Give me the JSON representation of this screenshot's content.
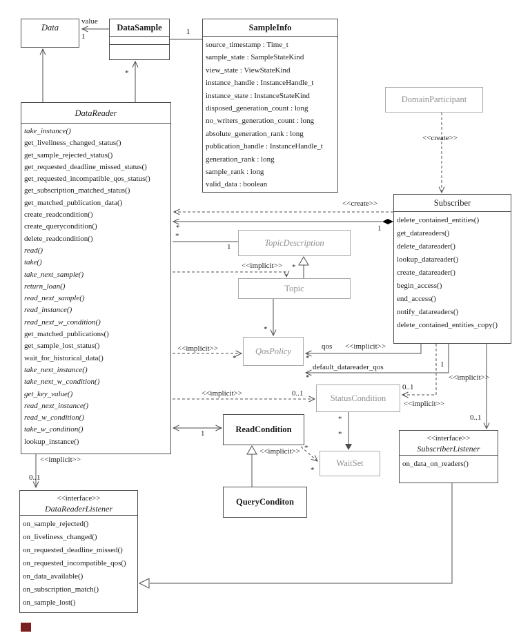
{
  "diagram": {
    "type": "uml-class-diagram",
    "subject": "DDS Subscription Module"
  },
  "labels": {
    "value": "value",
    "one": "1",
    "many": "*",
    "zero_one": "0..1",
    "create": "<<create>>",
    "implicit": "<<implicit>>",
    "qos": "qos",
    "default_datareader_qos": "default_datareader_qos"
  },
  "classes": {
    "data": {
      "name": "Data"
    },
    "datasample": {
      "name": "DataSample"
    },
    "sampleinfo": {
      "name": "SampleInfo",
      "attributes": [
        "source_timestamp : Time_t",
        "sample_state : SampleStateKind",
        "view_state : ViewStateKind",
        "instance_handle : InstanceHandle_t",
        "instance_state : InstanceStateKind",
        "disposed_generation_count : long",
        "no_writers_generation_count : long",
        "absolute_generation_rank : long",
        "publication_handle : InstanceHandle_t",
        "generation_rank : long",
        "sample_rank : long",
        "valid_data : boolean"
      ]
    },
    "domainparticipant": {
      "name": "DomainParticipant"
    },
    "datareader": {
      "name": "DataReader",
      "methods": [
        {
          "text": "take_instance()",
          "italic": true
        },
        {
          "text": "get_liveliness_changed_status()"
        },
        {
          "text": "get_sample_rejected_status()"
        },
        {
          "text": "get_requested_deadline_missed_status()"
        },
        {
          "text": "get_requested_incompatible_qos_status()"
        },
        {
          "text": "get_subscription_matched_status()"
        },
        {
          "text": "get_matched_publication_data()"
        },
        {
          "text": "create_readcondition()"
        },
        {
          "text": "create_querycondition()"
        },
        {
          "text": "delete_readcondition()"
        },
        {
          "text": "read()",
          "italic": true
        },
        {
          "text": "take()",
          "italic": true
        },
        {
          "text": "take_next_sample()",
          "italic": true
        },
        {
          "text": "return_loan()",
          "italic": true
        },
        {
          "text": "read_next_sample()",
          "italic": true
        },
        {
          "text": "read_instance()",
          "italic": true
        },
        {
          "text": "read_next_w_condition()",
          "italic": true
        },
        {
          "text": "get_matched_publications()"
        },
        {
          "text": "get_sample_lost_status()"
        },
        {
          "text": "wait_for_historical_data()"
        },
        {
          "text": "take_next_instance()",
          "italic": true
        },
        {
          "text": "take_next_w_condition()",
          "italic": true
        },
        {
          "text": "get_key_value()",
          "italic": true
        },
        {
          "text": "read_next_instance()",
          "italic": true
        },
        {
          "text": "read_w_condition()",
          "italic": true
        },
        {
          "text": "take_w_condition()",
          "italic": true
        },
        {
          "text": "lookup_instance()"
        }
      ]
    },
    "subscriber": {
      "name": "Subscriber",
      "methods": [
        "delete_contained_entities()",
        "get_datareaders()",
        "delete_datareader()",
        "lookup_datareader()",
        "create_datareader()",
        "begin_access()",
        "end_access()",
        "notify_datareaders()",
        "delete_contained_entities_copy()"
      ]
    },
    "topicdescription": {
      "name": "TopicDescription"
    },
    "topic": {
      "name": "Topic"
    },
    "qospolicy": {
      "name": "QosPolicy"
    },
    "statuscondition": {
      "name": "StatusCondition"
    },
    "readcondition": {
      "name": "ReadCondition"
    },
    "waitset": {
      "name": "WaitSet"
    },
    "subscriberlistener": {
      "stereotype": "<<interface>>",
      "name": "SubscriberListener",
      "methods": [
        "on_data_on_readers()"
      ]
    },
    "querycondition": {
      "name": "QueryConditon"
    },
    "datareaderlistener": {
      "stereotype": "<<interface>>",
      "name": "DataReaderListener",
      "methods": [
        "on_sample_rejected()",
        "on_liveliness_changed()",
        "on_requested_deadline_missed()",
        "on_requested_incompatible_qos()",
        "on_data_available()",
        "on_subscription_match()",
        "on_sample_lost()"
      ]
    }
  }
}
